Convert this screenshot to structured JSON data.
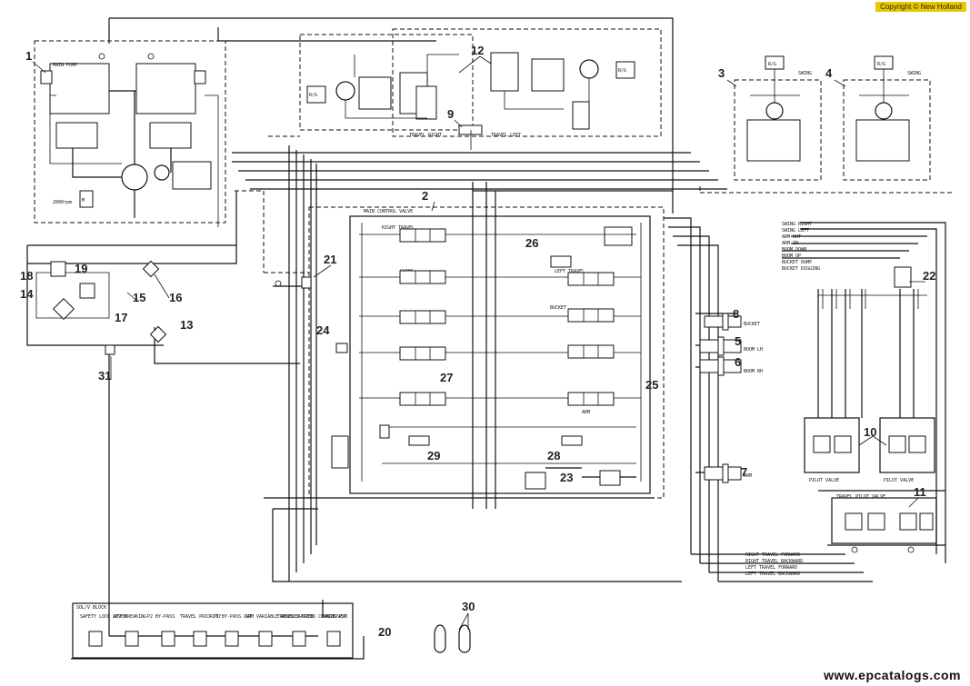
{
  "copyright": "Copyright © New Holland",
  "watermark": "www.epcatalogs.com",
  "callouts": [
    "1",
    "2",
    "3",
    "4",
    "5",
    "6",
    "7",
    "8",
    "9",
    "10",
    "11",
    "12",
    "13",
    "14",
    "15",
    "16",
    "17",
    "18",
    "19",
    "20",
    "21",
    "22",
    "23",
    "24",
    "25",
    "26",
    "27",
    "28",
    "29",
    "30",
    "31"
  ],
  "labels": {
    "main_pump": "MAIN PUMP",
    "main_control_valve": "MAIN CONTROL VALVE",
    "travel_right": "TRAVEL RIGHT",
    "travel_left": "TRAVEL LEFT",
    "right_travel": "RIGHT TRAVEL",
    "left_travel": "LEFT TRAVEL",
    "swing": "SWING",
    "bucket": "BUCKET",
    "boom_lh": "BOOM LH",
    "boom_rh": "BOOM RH",
    "arm": "ARM",
    "sol_block": "SOL/V BLOCK",
    "pilot_valve": "PILOT VALVE",
    "travel_pilot_valve": "TRAVEL PILOT VALVE",
    "swing_list": [
      "SWING RIGHT",
      "SWING LEFT",
      "ARM OUT",
      "ARM IN",
      "BOOM DOWN",
      "BOOM UP",
      "BUCKET DUMP",
      "BUCKET DIGGING"
    ],
    "travel_list": [
      "RIGHT TRAVEL FORWARD",
      "RIGHT TRAVEL BACKWARD",
      "LEFT TRAVEL FORWARD",
      "LEFT TRAVEL BACKWARD"
    ],
    "sol_items": [
      "SAFETY LOCK LEVER",
      "ATT BREAKING",
      "P2 BY-PASS",
      "TRAVEL PRIORITY",
      "P1 BY-PASS CUT",
      "ARM VARIABLE REGENERATION",
      "TRAVEL 2-SPEED CHANGEOVER",
      "SWING P/B"
    ],
    "engine": "2000rpm",
    "rg": "R/G"
  }
}
